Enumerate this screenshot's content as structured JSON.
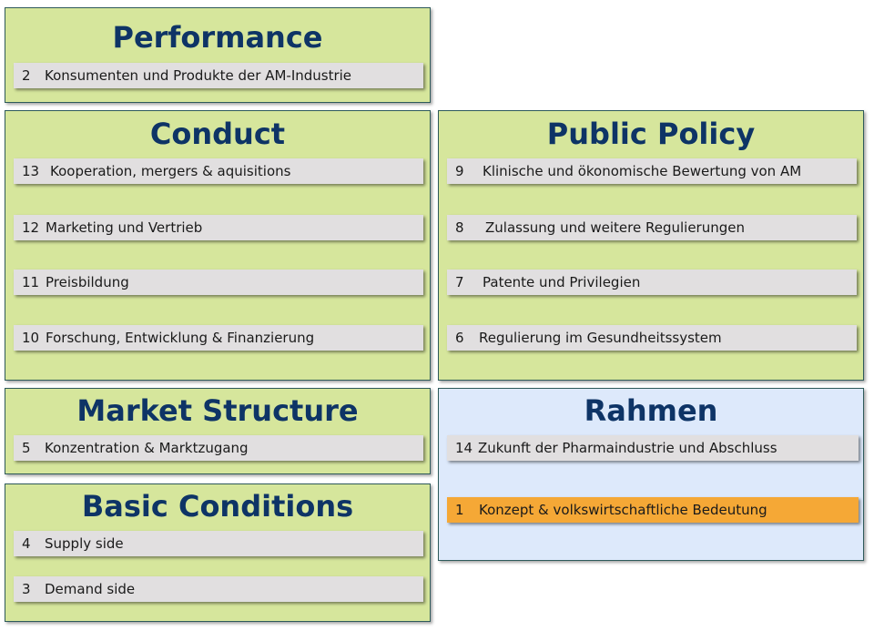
{
  "panels": {
    "performance": {
      "title": "Performance",
      "items": [
        {
          "num": "2",
          "label": "Konsumenten und Produkte der AM-Industrie"
        }
      ]
    },
    "conduct": {
      "title": "Conduct",
      "items": [
        {
          "num": "13",
          "label": "Kooperation, mergers & aquisitions"
        },
        {
          "num": "12",
          "label": "Marketing und Vertrieb"
        },
        {
          "num": "11",
          "label": "Preisbildung"
        },
        {
          "num": "10",
          "label": "Forschung, Entwicklung & Finanzierung"
        }
      ]
    },
    "public_policy": {
      "title": "Public Policy",
      "items": [
        {
          "num": "9",
          "label": "Klinische und ökonomische Bewertung von AM"
        },
        {
          "num": "8",
          "label": "Zulassung und weitere Regulierungen"
        },
        {
          "num": "7",
          "label": "Patente und Privilegien"
        },
        {
          "num": "6",
          "label": "Regulierung im Gesundheitssystem"
        }
      ]
    },
    "market_structure": {
      "title": "Market Structure",
      "items": [
        {
          "num": "5",
          "label": "Konzentration & Marktzugang"
        }
      ]
    },
    "rahmen": {
      "title": "Rahmen",
      "items": [
        {
          "num": "14",
          "label": "Zukunft der Pharmaindustrie und Abschluss"
        },
        {
          "num": "1",
          "label": "Konzept & volkswirtschaftliche Bedeutung"
        }
      ]
    },
    "basic_conditions": {
      "title": "Basic Conditions",
      "items": [
        {
          "num": "4",
          "label": "Supply side"
        },
        {
          "num": "3",
          "label": "Demand side"
        }
      ]
    }
  },
  "colors": {
    "panel_green": "#d6e69c",
    "panel_blue": "#dde9fb",
    "title": "#0e3466",
    "item_bg": "#e1dfe0",
    "item_highlight": "#f5a836"
  }
}
